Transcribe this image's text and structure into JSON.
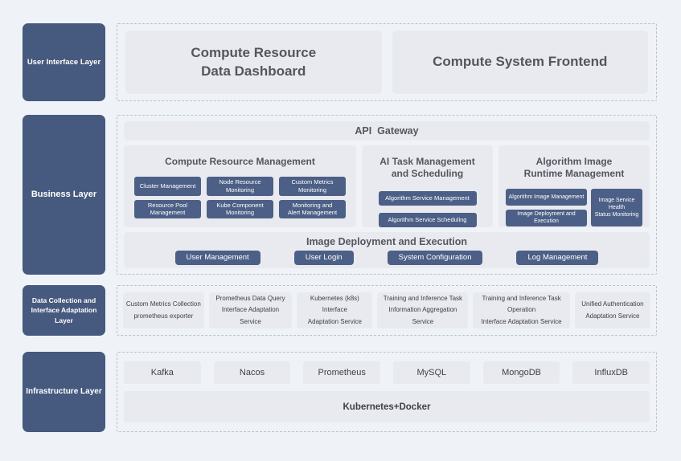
{
  "colors": {
    "page_background": "#eff3f8",
    "layer_label_blue": "#46597e",
    "chip_blue": "#4c5f86",
    "light_box": "#e9eaef",
    "dashed_border": "#bcc2ca",
    "heading_text": "#54555e"
  },
  "ui_layer": {
    "label": "User Interface Layer",
    "dashboard": "Compute Resource\nData Dashboard",
    "frontend": "Compute System Frontend"
  },
  "business_layer": {
    "label": "Business Layer",
    "api_gateway": "API  Gateway",
    "columns": [
      {
        "title": "Compute Resource Management",
        "buttons": [
          "Cluster Management",
          "Node Resource\nMonitoring",
          "Custom Metrics\nMonitoring",
          "Resource Pool\nManagement",
          "Kube Component\nMonitoring",
          "Monitoring and\nAlert Management"
        ]
      },
      {
        "title": "AI Task Management\nand Scheduling",
        "buttons": [
          "Algorithm Service Management",
          "Algorithm Service Scheduling"
        ]
      },
      {
        "title": "Algorithm Image\nRuntime Management",
        "buttons": [
          "Algorithm Image Management",
          "Image Deployment and Execution",
          "Image Service Health\nStatus Monitoring"
        ]
      }
    ],
    "bottom": {
      "title": "Image Deployment and Execution",
      "buttons": [
        "User Management",
        "User Login",
        "System Configuration",
        "Log Management"
      ]
    }
  },
  "data_layer": {
    "label": "Data Collection and\nInterface Adaptation Layer",
    "boxes": [
      "Custom Metrics Collection\nprometheus exporter",
      "Prometheus Data Query\nInterface Adaptation Service",
      "Kubernetes (k8s) Interface\nAdaptation Service",
      "Training and Inference Task\nInformation Aggregation Service",
      "Training and Inference Task Operation\nInterface Adaptation Service",
      "Unified Authentication\nAdaptation Service"
    ]
  },
  "infra_layer": {
    "label": "Infrastructure Layer",
    "boxes": [
      "Kafka",
      "Nacos",
      "Prometheus",
      "MySQL",
      "MongoDB",
      "InfluxDB"
    ],
    "platform": "Kubernetes+Docker"
  }
}
